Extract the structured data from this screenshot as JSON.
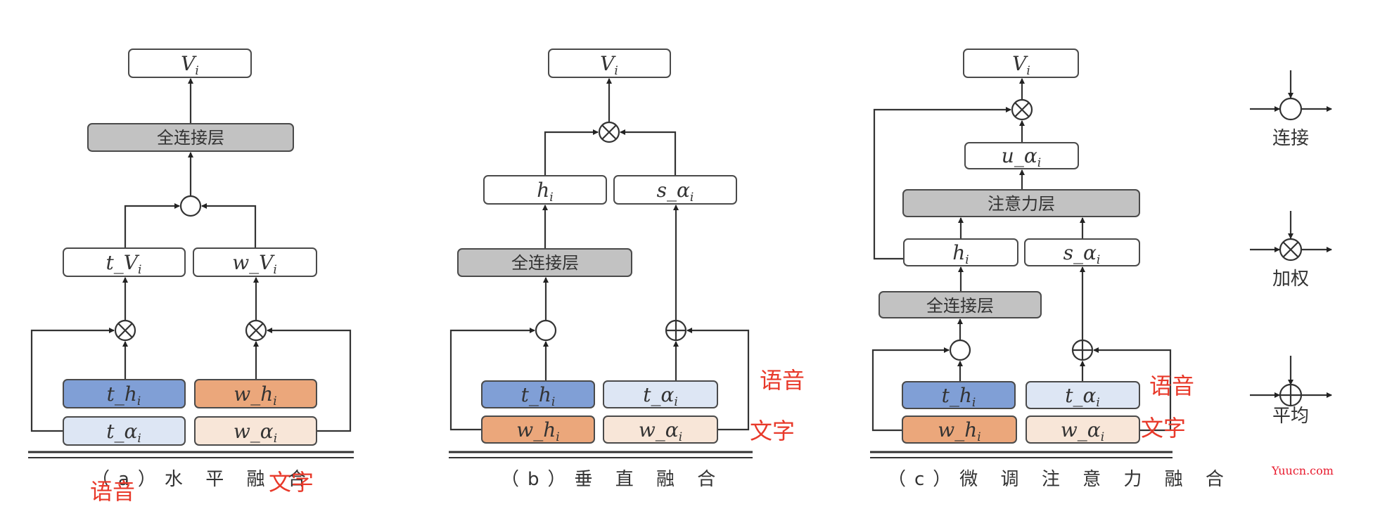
{
  "colors": {
    "t_h": "#809fd6",
    "t_alpha": "#dde6f4",
    "w_h": "#eba77b",
    "w_alpha": "#f8e6d8",
    "layer": "#c2c2c2",
    "plain": "#ffffff",
    "annotation": "#e8392a"
  },
  "panels": [
    {
      "id": "a",
      "caption": "（a）水 平 融 合",
      "output": {
        "base": "V",
        "sub": "i"
      },
      "fc_layer": "全连接层",
      "mid": [
        {
          "base": "t_V",
          "sub": "i"
        },
        {
          "base": "w_V",
          "sub": "i"
        }
      ],
      "inputs": [
        {
          "base": "t_h",
          "sub": "i"
        },
        {
          "base": "w_h",
          "sub": "i"
        },
        {
          "base": "t_α",
          "sub": "i"
        },
        {
          "base": "w_α",
          "sub": "i"
        }
      ],
      "annotations": [
        "语音",
        "文字"
      ]
    },
    {
      "id": "b",
      "caption": "（b）垂 直 融 合",
      "output": {
        "base": "V",
        "sub": "i"
      },
      "fc_layer": "全连接层",
      "mid": [
        {
          "base": "h",
          "sub": "i"
        },
        {
          "base": "s_α",
          "sub": "i"
        }
      ],
      "inputs": [
        {
          "base": "t_h",
          "sub": "i"
        },
        {
          "base": "t_α",
          "sub": "i"
        },
        {
          "base": "w_h",
          "sub": "i"
        },
        {
          "base": "w_α",
          "sub": "i"
        }
      ],
      "annotations": [
        "语音",
        "文字"
      ]
    },
    {
      "id": "c",
      "caption": "（c）微 调 注 意 力 融 合",
      "output": {
        "base": "V",
        "sub": "i"
      },
      "attention_out": {
        "base": "u_α",
        "sub": "i"
      },
      "attention_layer": "注意力层",
      "fc_layer": "全连接层",
      "mid": [
        {
          "base": "h",
          "sub": "i"
        },
        {
          "base": "s_α",
          "sub": "i"
        }
      ],
      "inputs": [
        {
          "base": "t_h",
          "sub": "i"
        },
        {
          "base": "t_α",
          "sub": "i"
        },
        {
          "base": "w_h",
          "sub": "i"
        },
        {
          "base": "w_α",
          "sub": "i"
        }
      ],
      "annotations": [
        "语音",
        "文字"
      ]
    }
  ],
  "legend": [
    {
      "symbol": "concat",
      "label": "连接"
    },
    {
      "symbol": "otimes",
      "label": "加权"
    },
    {
      "symbol": "oplus",
      "label": "平均"
    }
  ],
  "watermark": "Yuucn.com"
}
